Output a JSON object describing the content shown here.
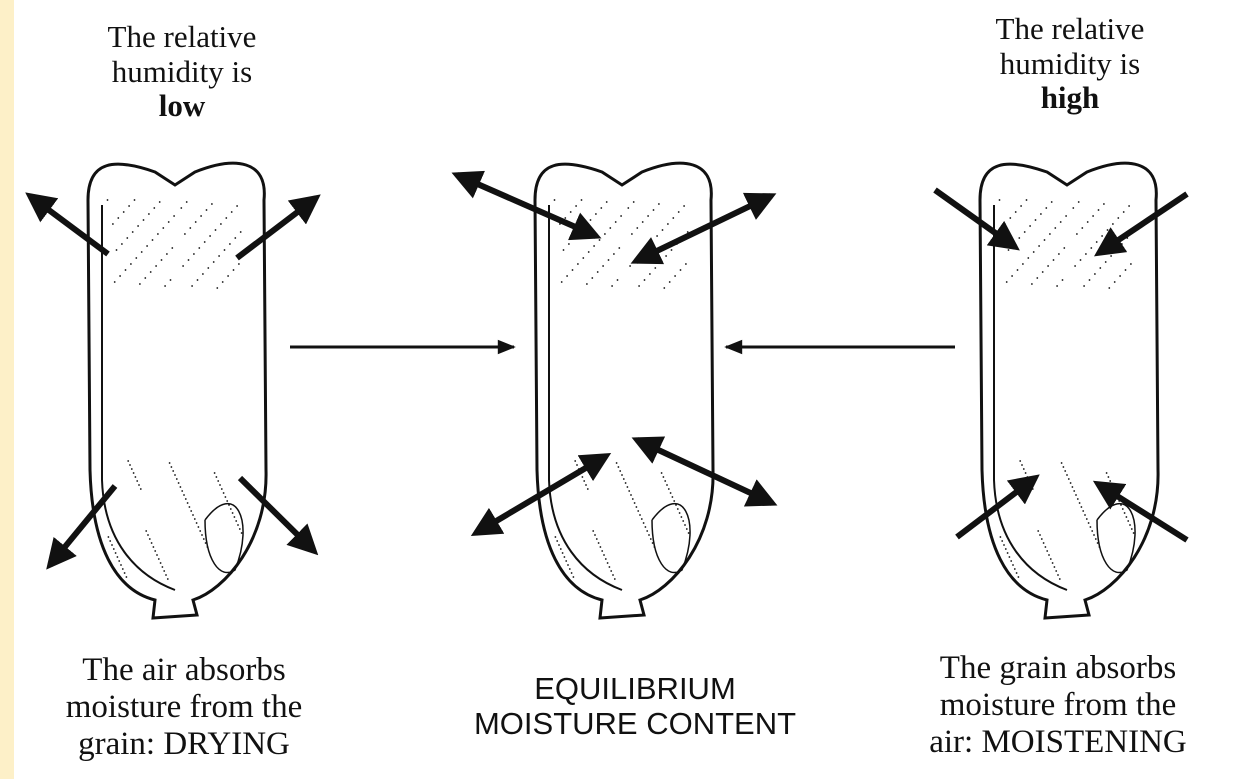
{
  "panels": {
    "left": {
      "top_label": [
        "The relative",
        "humidity is",
        "low"
      ],
      "bottom_label": [
        "The air absorbs",
        "moisture from the",
        "grain:  DRYING"
      ],
      "arrow_mode": "outward"
    },
    "center": {
      "bottom_label": [
        "EQUILIBRIUM",
        "MOISTURE  CONTENT"
      ],
      "arrow_mode": "both"
    },
    "right": {
      "top_label": [
        "The relative",
        "humidity is",
        "high"
      ],
      "bottom_label": [
        "The grain absorbs",
        "moisture from the",
        "air:  MOISTENING"
      ],
      "arrow_mode": "inward"
    }
  },
  "colors": {
    "page_border": "#fdf0c8",
    "ink": "#111111",
    "background": "#ffffff"
  }
}
